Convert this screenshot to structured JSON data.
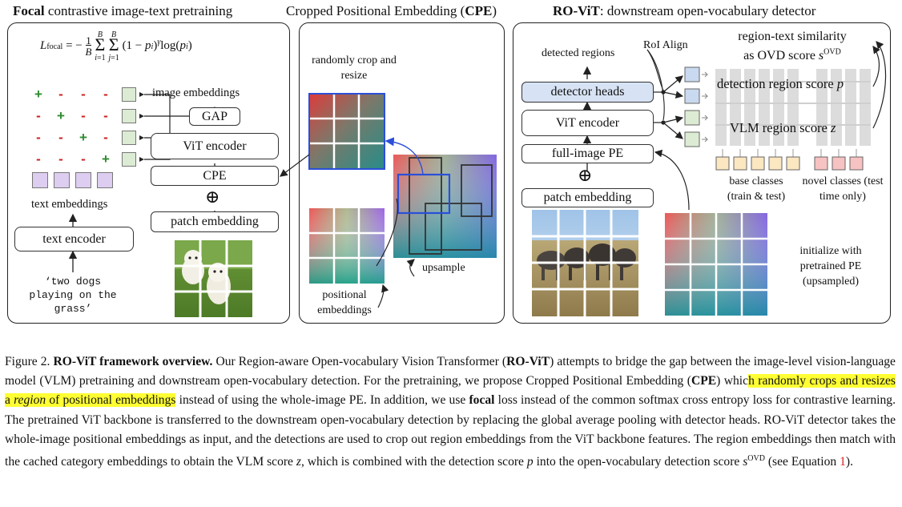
{
  "titles": {
    "focal_bold": "Focal",
    "focal_rest": "contrastive image-text pretraining",
    "cpe_rest": "Cropped Positional Embedding (",
    "cpe_bold": "CPE",
    "cpe_close": ")",
    "rovit_bold": "RO-ViT",
    "rovit_rest": ": downstream open-vocabulary detector"
  },
  "left_panel": {
    "loss_formula": "L_focal = −(1/B) Σ_{i=1}^{B} Σ_{j=1}^{B} (1 − p_i)^γ log(p_i)",
    "image_embeddings": "image embeddings",
    "gap": "GAP",
    "vit_encoder": "ViT encoder",
    "cpe": "CPE",
    "patch_embedding": "patch embedding",
    "text_embeddings": "text embeddings",
    "text_encoder": "text encoder",
    "text_input": "‘two dogs playing on the grass’",
    "oplus": "⊕",
    "signs": [
      [
        "+",
        "-",
        "-",
        "-"
      ],
      [
        "-",
        "+",
        "-",
        "-"
      ],
      [
        "-",
        "-",
        "+",
        "-"
      ],
      [
        "-",
        "-",
        "-",
        "+"
      ]
    ]
  },
  "middle_panel": {
    "randomly_crop": "randomly crop and resize",
    "upsample": "upsample",
    "positional_embeddings": "positional embeddings"
  },
  "right_panel": {
    "detected_regions": "detected regions",
    "roi_align": "RoI Align",
    "similarity": "region-text similarity as OVD score s^OVD",
    "detector_heads": "detector heads",
    "vit_encoder": "ViT encoder",
    "full_image_pe": "full-image PE",
    "patch_embedding": "patch embedding",
    "oplus": "⊕",
    "detection_score": "detection region score p",
    "vlm_score": "VLM region score z",
    "base_classes": "base classes (train & test)",
    "novel_classes": "novel classes (test time only)",
    "initialize": "initialize with pretrained PE (upsampled)"
  },
  "caption": {
    "lead": "Figure 2.",
    "bold_title": "RO-ViT framework overview.",
    "text": "Our Region-aware Open-vocabulary Vision Transformer (RO-ViT) attempts to bridge the gap between the image-level vision-language model (VLM) pretraining and downstream open-vocabulary detection. For the pretraining, we propose Cropped Positional Embedding (CPE) which randomly crops and resizes a region of positional embeddings instead of using the whole-image PE. In addition, we use focal loss instead of the common softmax cross entropy loss for contrastive learning. The pretrained ViT backbone is transferred to the downstream open-vocabulary detection by replacing the global average pooling with detector heads. RO-ViT detector takes the whole-image positional embeddings as input, and the detections are used to crop out region embeddings from the ViT backbone features. The region embeddings then match with the cached category embeddings to obtain the VLM score z, which is combined with the detection score p into the open-vocabulary detection score s^OVD (see Equation 1)."
  },
  "colors": {
    "embedding_green": "#dcebd3",
    "embedding_purple": "#ddcdf0",
    "embedding_blue": "#c9d9f0",
    "base_yellow": "#fbe7c0",
    "novel_red": "#f7c2c2",
    "highlight": "#ffff33",
    "plus_green": "#2e8b2e",
    "minus_red": "#cc2222",
    "detector_heads_fill": "#d7e3f4"
  }
}
